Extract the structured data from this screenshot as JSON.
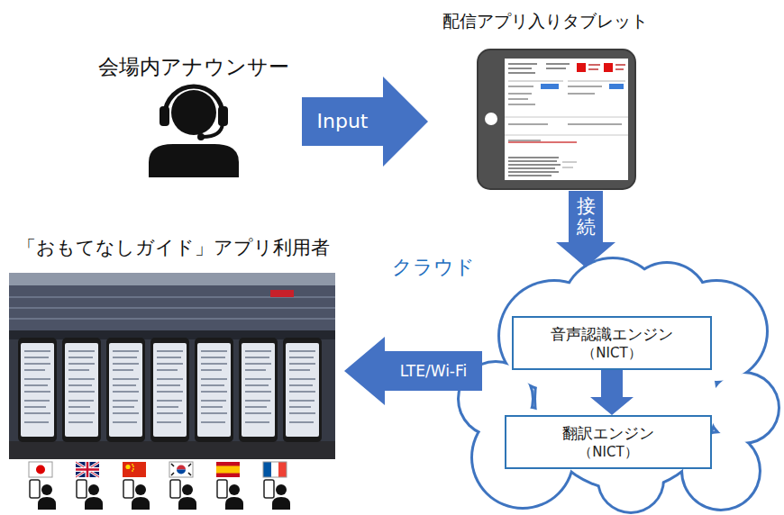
{
  "diagram": {
    "nodes": [
      {
        "text": [
          "会場内アナウンサー"
        ]
      },
      {
        "text": [
          "配信アプリ入りタブレット"
        ]
      },
      {
        "text": [
          "「おもてなしガイド」アプリ利用者"
        ]
      },
      {
        "text": [
          "クラウド"
        ]
      },
      {
        "text": [
          "音声認識エンジン",
          "（NICT）"
        ],
        "in": 3
      },
      {
        "text": [
          "翻訳エンジン",
          "（NICT）"
        ],
        "in": 3
      }
    ],
    "edges": [
      {
        "from": 0,
        "to": 1,
        "label": "Input",
        "arrow": "to"
      },
      {
        "from": 1,
        "to": 3,
        "label": "接続",
        "arrow": "to"
      },
      {
        "from": 4,
        "to": 5,
        "arrow": "to"
      },
      {
        "from": 3,
        "to": 2,
        "label": "LTE/Wi-Fi",
        "arrow": "to"
      }
    ]
  }
}
